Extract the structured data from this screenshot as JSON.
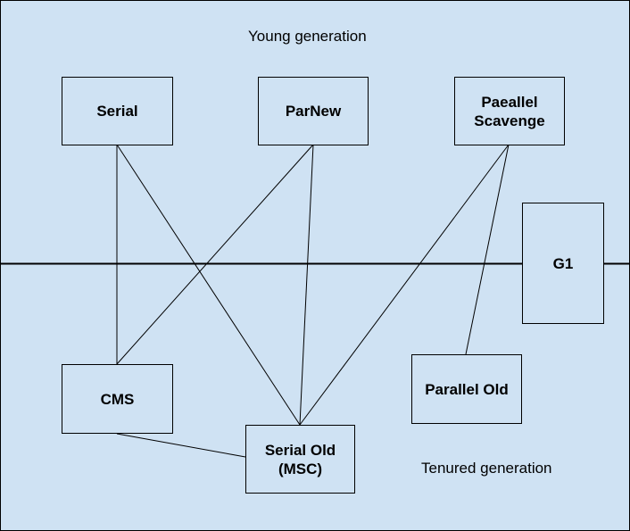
{
  "colors": {
    "background": "#cfe2f3",
    "line": "#000000",
    "text": "#000000"
  },
  "regions": {
    "young": "Young generation",
    "tenured": "Tenured generation"
  },
  "collectors": {
    "serial": "Serial",
    "parnew": "ParNew",
    "parallel_scavenge": "Paeallel\nScavenge",
    "g1": "G1",
    "cms": "CMS",
    "serial_old": "Serial Old\n(MSC)",
    "parallel_old": "Parallel Old"
  },
  "connections": [
    [
      "serial",
      "cms"
    ],
    [
      "serial",
      "serial_old"
    ],
    [
      "parnew",
      "cms"
    ],
    [
      "parnew",
      "serial_old"
    ],
    [
      "parallel_scavenge",
      "serial_old"
    ],
    [
      "parallel_scavenge",
      "parallel_old"
    ],
    [
      "cms",
      "serial_old"
    ]
  ]
}
